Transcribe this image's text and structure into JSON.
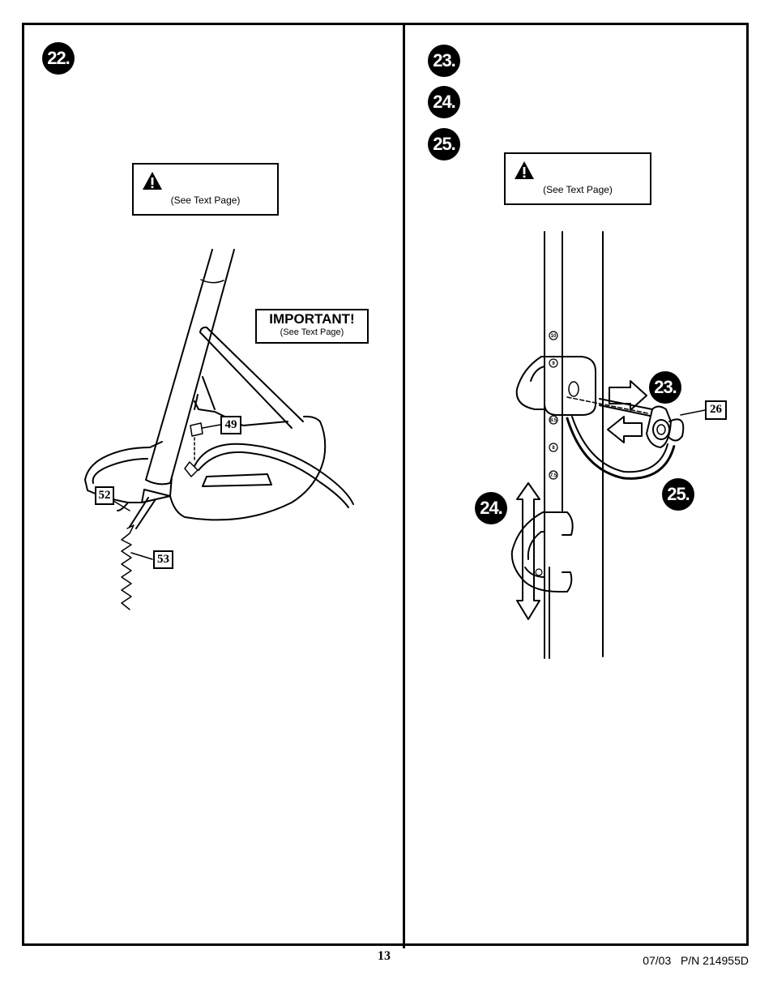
{
  "steps": {
    "s22": "22.",
    "s23": "23.",
    "s24": "24.",
    "s25": "25.",
    "callout23": "23.",
    "callout24": "24.",
    "callout25": "25."
  },
  "warning_left": {
    "icon": "warning-triangle-icon",
    "text": "(See Text Page)"
  },
  "warning_right": {
    "icon": "warning-triangle-icon",
    "text": "(See Text Page)"
  },
  "important": {
    "title": "IMPORTANT!",
    "text": "(See Text Page)"
  },
  "parts": {
    "p49": "49",
    "p52": "52",
    "p53": "53",
    "p26": "26"
  },
  "pole_marks": [
    "10",
    "9",
    "8.5",
    "8",
    "7.5"
  ],
  "footer": {
    "page_number": "13",
    "date": "07/03",
    "part_number": "P/N 214955D"
  }
}
